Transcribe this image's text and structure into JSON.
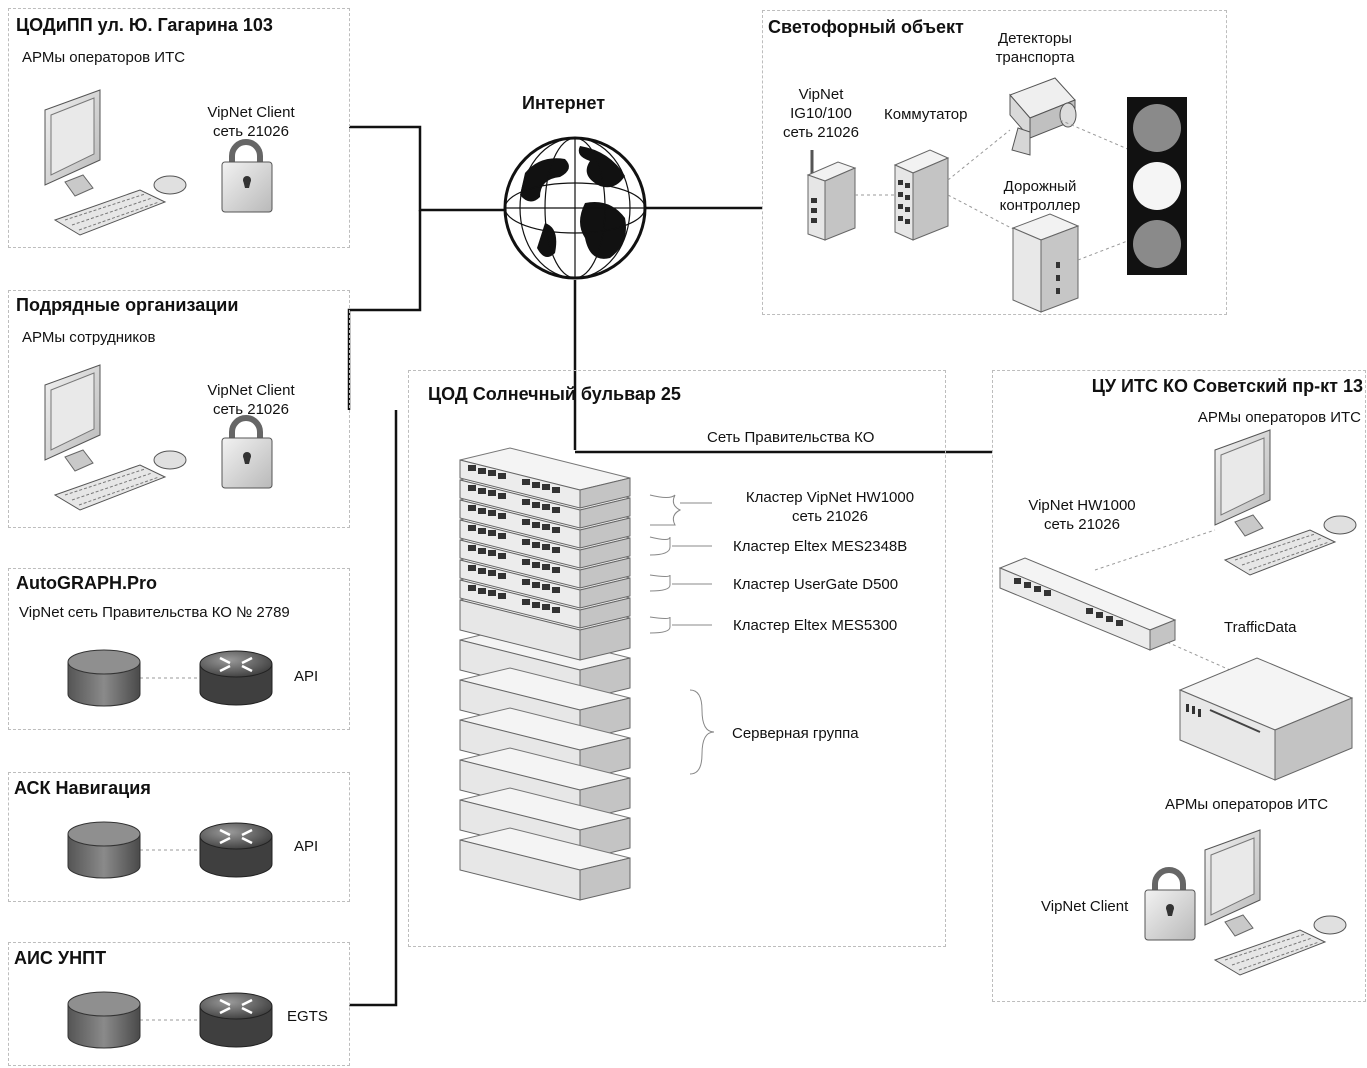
{
  "internet": {
    "label": "Интернет"
  },
  "codipp": {
    "title": "ЦОДиПП ул. Ю. Гагарина 103",
    "arm_label": "АРМы операторов ИТС",
    "vipnet_line1": "VipNet Client",
    "vipnet_line2": "сеть 21026"
  },
  "podryad": {
    "title": "Подрядные организации",
    "arm_label": "АРМы сотрудников",
    "vipnet_line1": "VipNet Client",
    "vipnet_line2": "сеть 21026"
  },
  "autograph": {
    "title": "AutoGRAPH.Pro",
    "subtitle": "VipNet сеть Правительства КО № 2789",
    "api_label": "API"
  },
  "ask": {
    "title": "АСК Навигация",
    "api_label": "API"
  },
  "ais": {
    "title": "АИС УНПТ",
    "api_label": "EGTS"
  },
  "svetofor": {
    "title": "Светофорный объект",
    "vipnet_line1": "VipNet",
    "vipnet_line2": "IG10/100",
    "vipnet_line3": "сеть 21026",
    "switch_label": "Коммутатор",
    "detectors_line1": "Детекторы",
    "detectors_line2": "транспорта",
    "controller_line1": "Дорожный",
    "controller_line2": "контроллер"
  },
  "cod": {
    "title": "ЦОД Солнечный бульвар 25",
    "gov_network": "Сеть Правительства КО",
    "cluster1_line1": "Кластер VipNet HW1000",
    "cluster1_line2": "сеть 21026",
    "cluster2": "Кластер Eltex MES2348B",
    "cluster3": "Кластер UserGate D500",
    "cluster4": "Кластер Eltex MES5300",
    "server_group": "Серверная группа"
  },
  "cu": {
    "title": "ЦУ ИТС КО Советский пр-кт 13",
    "arm_top": "АРМы операторов ИТС",
    "hw_line1": "VipNet HW1000",
    "hw_line2": "сеть 21026",
    "trafficdata": "TrafficData",
    "arm_bottom": "АРМы операторов ИТС",
    "vipnet_client": "VipNet Client"
  }
}
